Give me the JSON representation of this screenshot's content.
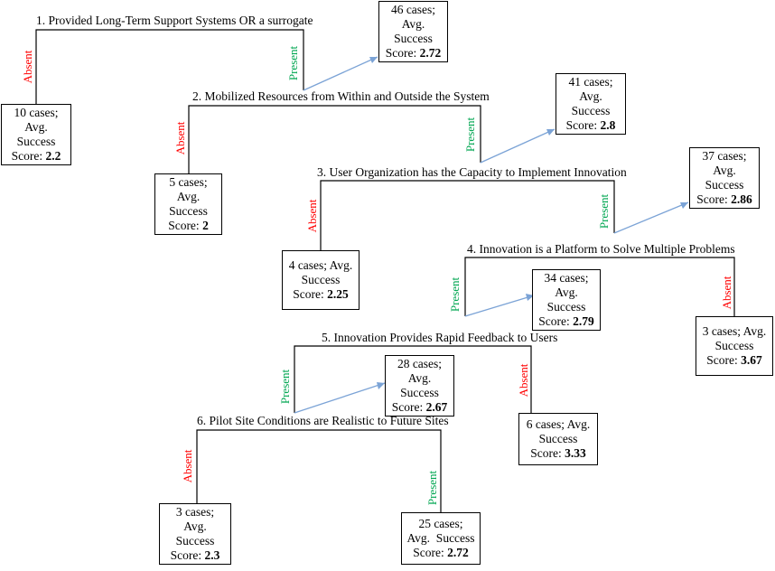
{
  "colors": {
    "absent": "#ff0000",
    "present": "#00a651",
    "connector": "#7ba3d6",
    "line": "#000000"
  },
  "splits": [
    {
      "id": "s1",
      "title": "1. Provided Long-Term Support Systems OR a surrogate"
    },
    {
      "id": "s2",
      "title": "2. Mobilized Resources from Within and Outside the System"
    },
    {
      "id": "s3",
      "title": "3. User Organization has the Capacity to Implement Innovation"
    },
    {
      "id": "s4",
      "title": "4. Innovation is a Platform to Solve Multiple Problems"
    },
    {
      "id": "s5",
      "title": "5. Innovation Provides Rapid Feedback to Users"
    },
    {
      "id": "s6",
      "title": "6. Pilot Site Conditions are Realistic to Future Sites"
    }
  ],
  "boxes": [
    {
      "id": "b1",
      "line1": "46 cases;",
      "line2": "Avg.",
      "line3": "Success",
      "score_label": "Score:",
      "score": "2.72"
    },
    {
      "id": "b2",
      "line1": "10 cases;",
      "line2": "Avg.",
      "line3": "Success",
      "score_label": "Score:",
      "score": "2.2"
    },
    {
      "id": "b3",
      "line1": "41 cases;",
      "line2": "Avg.",
      "line3": "Success",
      "score_label": "Score:",
      "score": "2.8"
    },
    {
      "id": "b4",
      "line1": "5 cases;",
      "line2": "Avg.",
      "line3": "Success",
      "score_label": "Score:",
      "score": "2"
    },
    {
      "id": "b5",
      "line1": "37 cases;",
      "line2": "Avg.",
      "line3": "Success",
      "score_label": "Score:",
      "score": "2.86"
    },
    {
      "id": "b6",
      "line1": "4 cases; Avg.",
      "line2": "Success",
      "line3": "",
      "score_label": "Score:",
      "score": "2.25"
    },
    {
      "id": "b7",
      "line1": "34 cases;",
      "line2": "Avg.",
      "line3": "Success",
      "score_label": "Score:",
      "score": "2.79"
    },
    {
      "id": "b8",
      "line1": "3 cases; Avg.",
      "line2": "Success",
      "line3": "",
      "score_label": "Score:",
      "score": "3.67"
    },
    {
      "id": "b9",
      "line1": "28 cases;",
      "line2": "Avg.",
      "line3": "Success",
      "score_label": "Score:",
      "score": "2.67"
    },
    {
      "id": "b10",
      "line1": "6 cases; Avg.",
      "line2": "Success",
      "line3": "",
      "score_label": "Score:",
      "score": "3.33"
    },
    {
      "id": "b11",
      "line1": "3 cases;",
      "line2": "Avg.",
      "line3": "Success",
      "score_label": "Score:",
      "score": "2.3"
    },
    {
      "id": "b12",
      "line1": "25 cases;",
      "line2": "Avg.  Success",
      "line3": "",
      "score_label": "Score:",
      "score": "2.72"
    }
  ],
  "labels": {
    "absent": "Absent",
    "present": "Present"
  }
}
